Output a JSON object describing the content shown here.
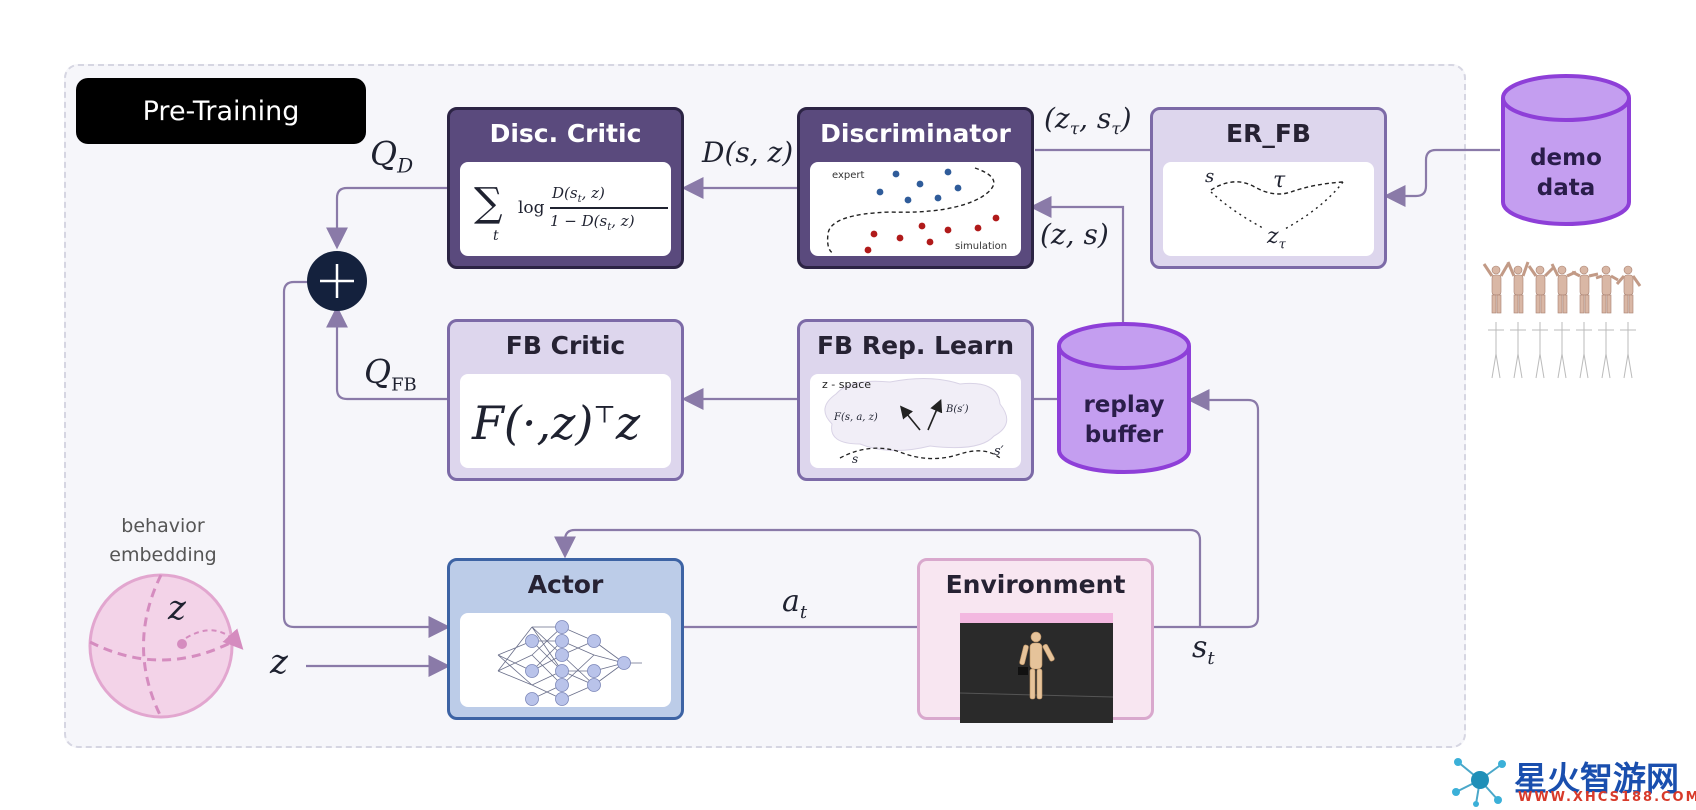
{
  "badge": "Pre-Training",
  "blocks": {
    "disc_critic": {
      "title": "Disc. Critic",
      "sum_sub": "t",
      "log": "log",
      "num": "D(s",
      "num_sub": "t",
      "num_end": ", z)",
      "den": "1 − D(s",
      "den_sub": "t",
      "den_end": ", z)"
    },
    "discriminator": {
      "title": "Discriminator",
      "expert": "expert",
      "simulation": "simulation"
    },
    "er_fb": {
      "title": "ER_FB",
      "s": "s",
      "tau": "τ",
      "z_tau": "z",
      "z_tau_sub": "τ"
    },
    "fb_critic": {
      "title": "FB Critic",
      "formula": "F(·,z)",
      "sup": "⊤",
      "z": "z"
    },
    "fb_rep": {
      "title": "FB Rep. Learn",
      "zspace": "z - space",
      "f_label": "F(s, a, z)",
      "b_label": "B(s′)",
      "s": "s",
      "s_prime": "s′"
    },
    "actor": {
      "title": "Actor"
    },
    "environment": {
      "title": "Environment"
    }
  },
  "cylinders": {
    "demo": {
      "line1": "demo",
      "line2": "data"
    },
    "replay": {
      "line1": "replay",
      "line2": "buffer"
    }
  },
  "labels": {
    "q_d": "Q",
    "q_d_sub": "D",
    "q_fb": "Q",
    "q_fb_sub": "FB",
    "d_sz": "D(s, z)",
    "ztau": "(z",
    "ztau_sub1": "τ",
    "ztau_mid": ", s",
    "ztau_sub2": "τ",
    "ztau_end": ")",
    "zs": "(z, s)",
    "a_t": "a",
    "a_t_sub": "t",
    "s_t": "s",
    "s_t_sub": "t",
    "z_left": "z",
    "z_sphere": "z",
    "behavior_1": "behavior",
    "behavior_2": "embedding"
  },
  "watermark": {
    "title": "星火智游网",
    "url": "WWW.XHCS188.COM"
  },
  "colors": {
    "dark_block": "#5a4a7d",
    "light_block": "#ddd6ed",
    "actor": "#bccce8",
    "environment": "#f8e6f1",
    "cylinder": "#c49ef0",
    "arrow": "#8a7aa8",
    "sum_node": "#14213d"
  }
}
